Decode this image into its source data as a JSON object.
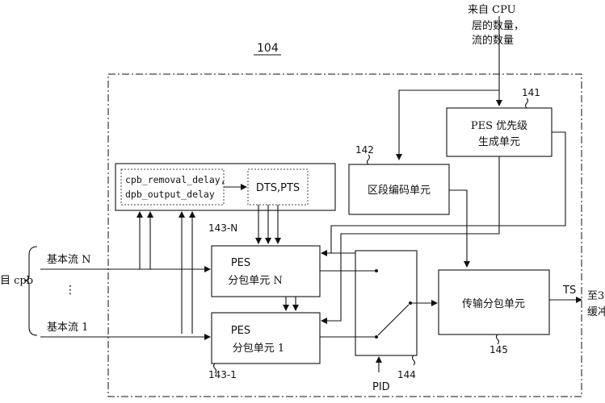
{
  "ref_main": "104",
  "cpu": {
    "line1": "来自 CPU",
    "line2": "层的数量，",
    "line3": "流的数量"
  },
  "pes_priority": {
    "ref": "141",
    "line1": "PES 优先级",
    "line2": "生成单元"
  },
  "segment_encoder": {
    "ref": "142",
    "label": "区段编码单元"
  },
  "cpb_box": {
    "line1": "cpb_removal_delay,",
    "line2": "dpb_output_delay"
  },
  "dts_pts": "DTS,PTS",
  "pes_n": {
    "ref": "143-N",
    "line1": "PES",
    "line2": "分包单元 N"
  },
  "pes_1": {
    "ref": "143-1",
    "line1": "PES",
    "line2": "分包单元 1"
  },
  "switch_ref": "144",
  "pid": "PID",
  "transport": {
    "ref": "145",
    "label": "传输分包单元"
  },
  "ts": "TS",
  "out_partial": {
    "line1": "至3",
    "line2": "缓冲"
  },
  "input_partial": "目 cpb",
  "stream_n": "基本流 N",
  "stream_1": "基本流 1",
  "ellipsis": "⋮"
}
